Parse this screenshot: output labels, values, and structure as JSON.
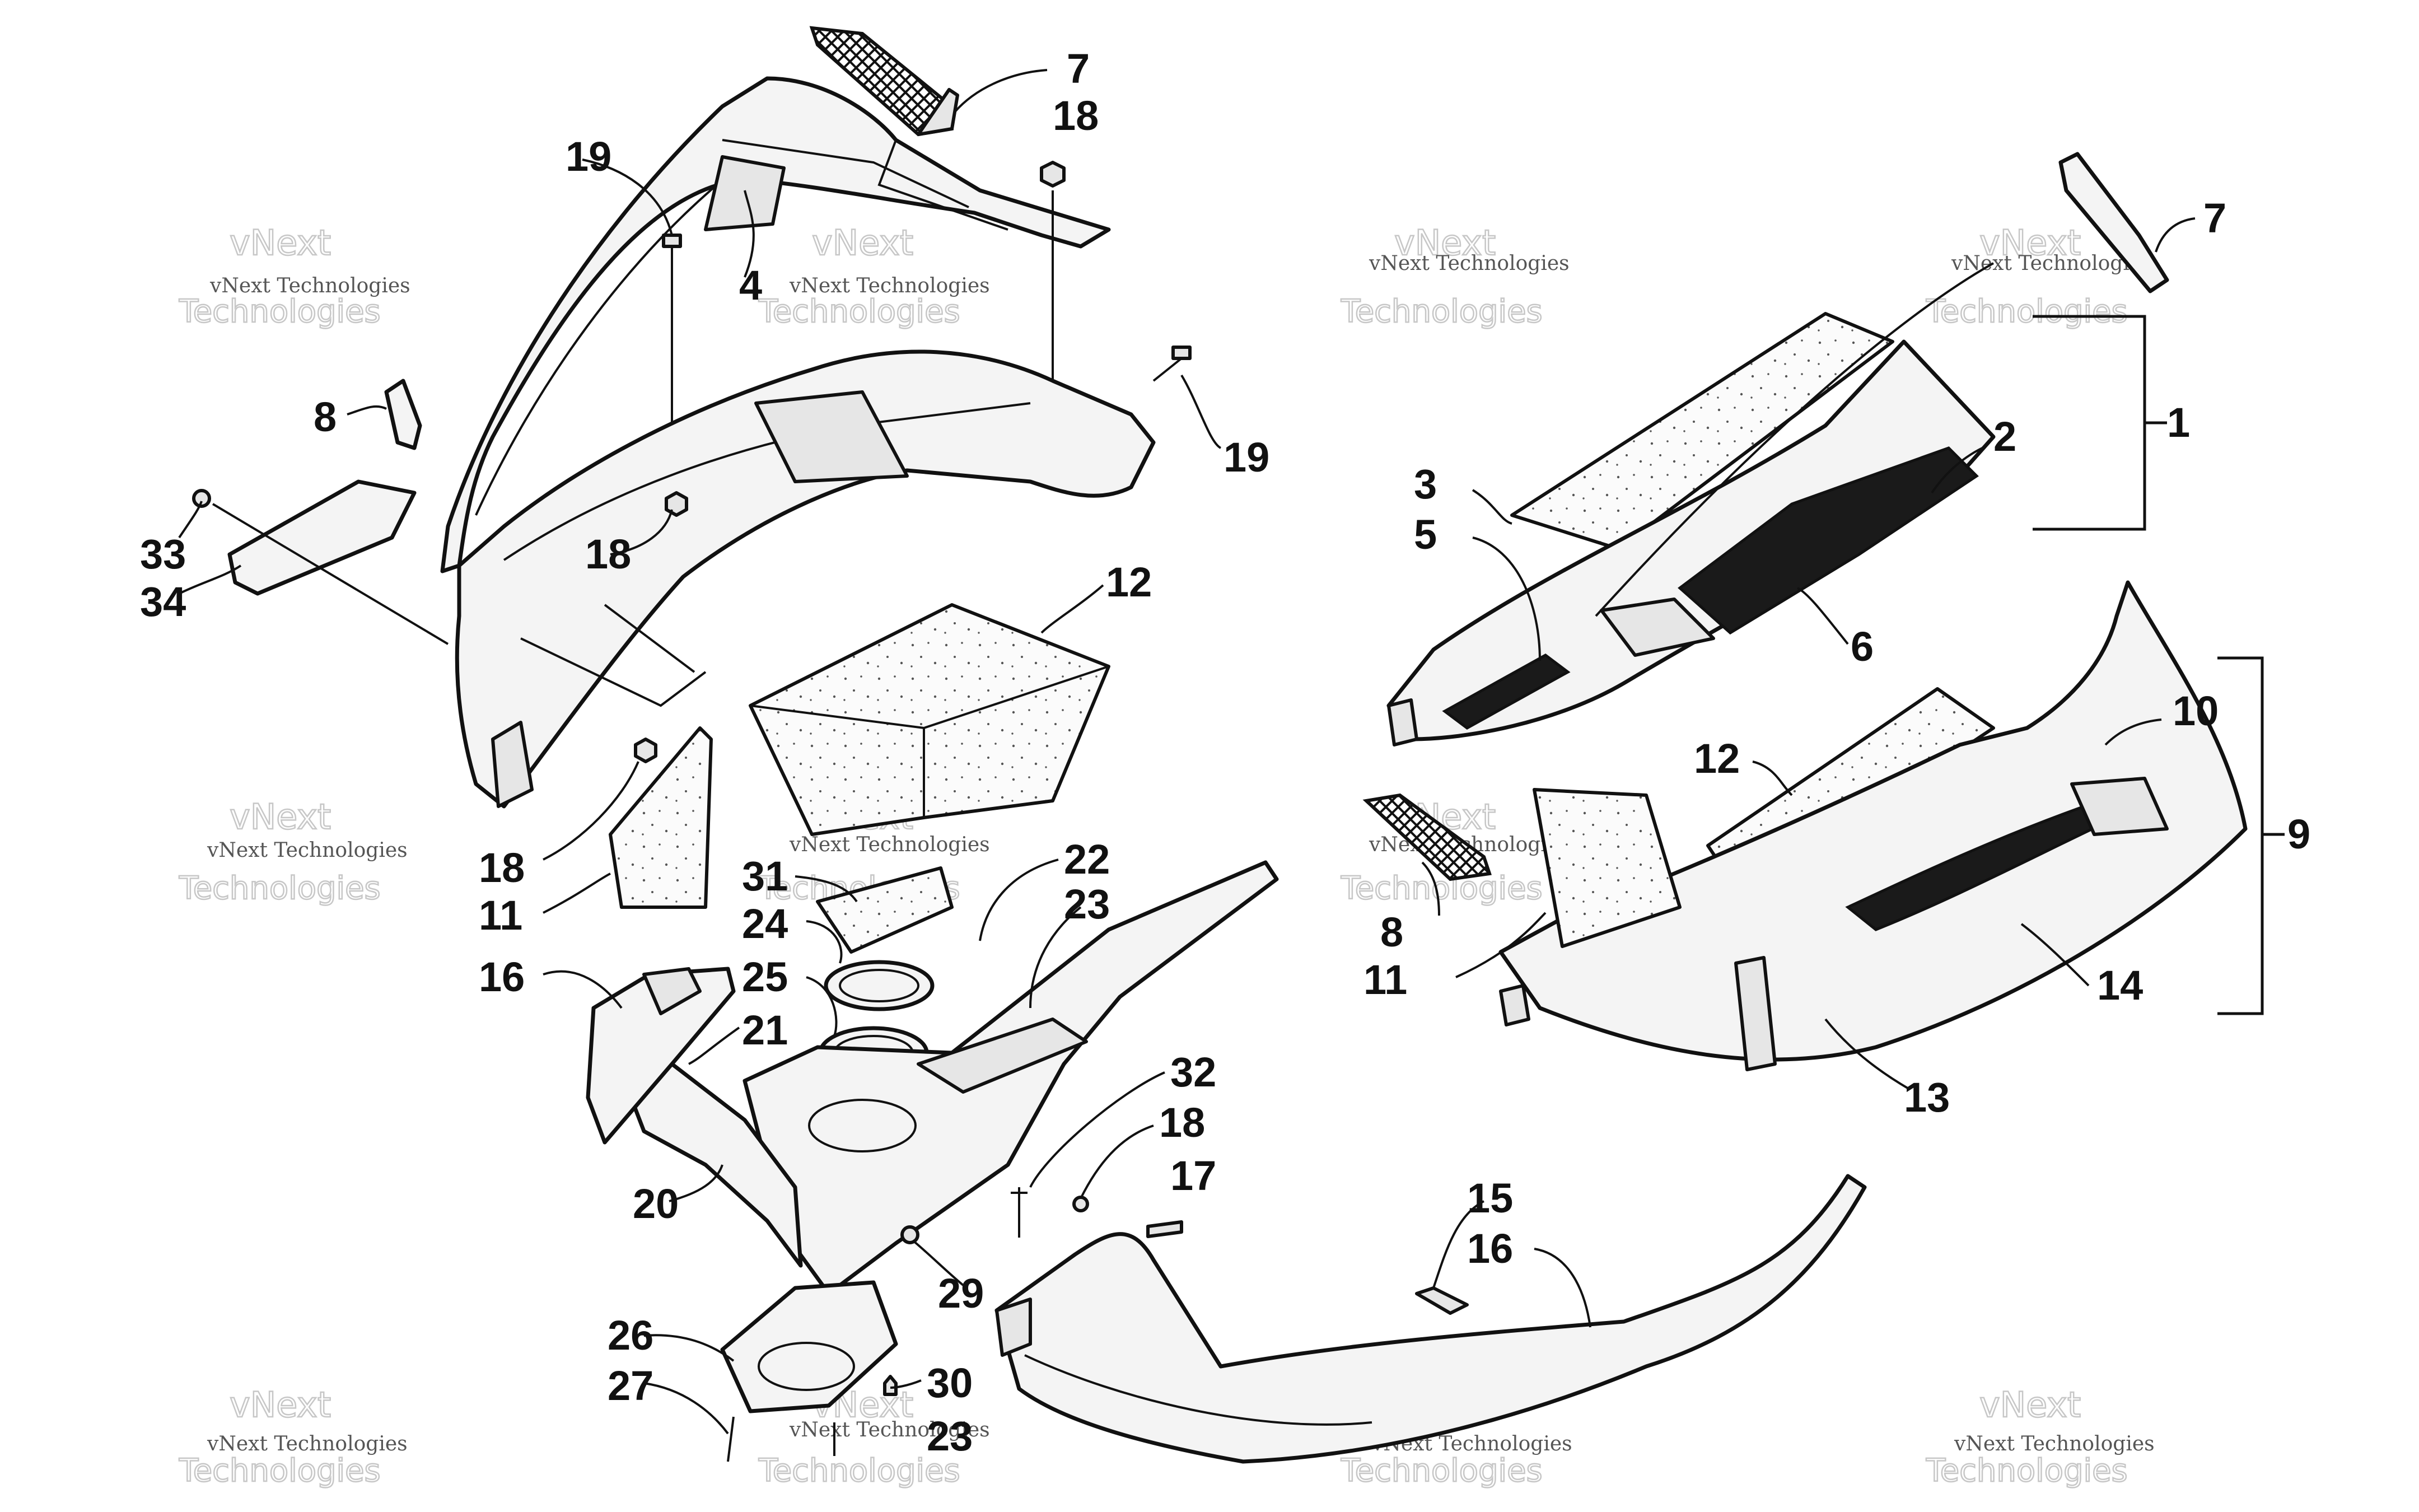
{
  "callouts": {
    "c7a": "7",
    "c18a": "18",
    "c19a": "19",
    "c4": "4",
    "c8a": "8",
    "c19b": "19",
    "c33": "33",
    "c34": "34",
    "c18b": "18",
    "c12a": "12",
    "c18c": "18",
    "c11a": "11",
    "c31": "31",
    "c22": "22",
    "c23a": "23",
    "c24": "24",
    "c25": "25",
    "c16a": "16",
    "c21": "21",
    "c20": "20",
    "c32": "32",
    "c18d": "18",
    "c17": "17",
    "c29": "29",
    "c26": "26",
    "c27": "27",
    "c30": "30",
    "c23b": "23",
    "c7b": "7",
    "c1": "1",
    "c2": "2",
    "c3": "3",
    "c5": "5",
    "c6": "6",
    "c10": "10",
    "c9": "9",
    "c12b": "12",
    "c8b": "8",
    "c11b": "11",
    "c14": "14",
    "c13": "13",
    "c15": "15",
    "c16b": "16"
  },
  "watermark": {
    "vnext": "vNext",
    "technologies": "Technologies",
    "full": "vNext Technologies"
  },
  "colors": {
    "ink": "#111111",
    "watermark": "#c7c7c7",
    "background": "#ffffff"
  }
}
